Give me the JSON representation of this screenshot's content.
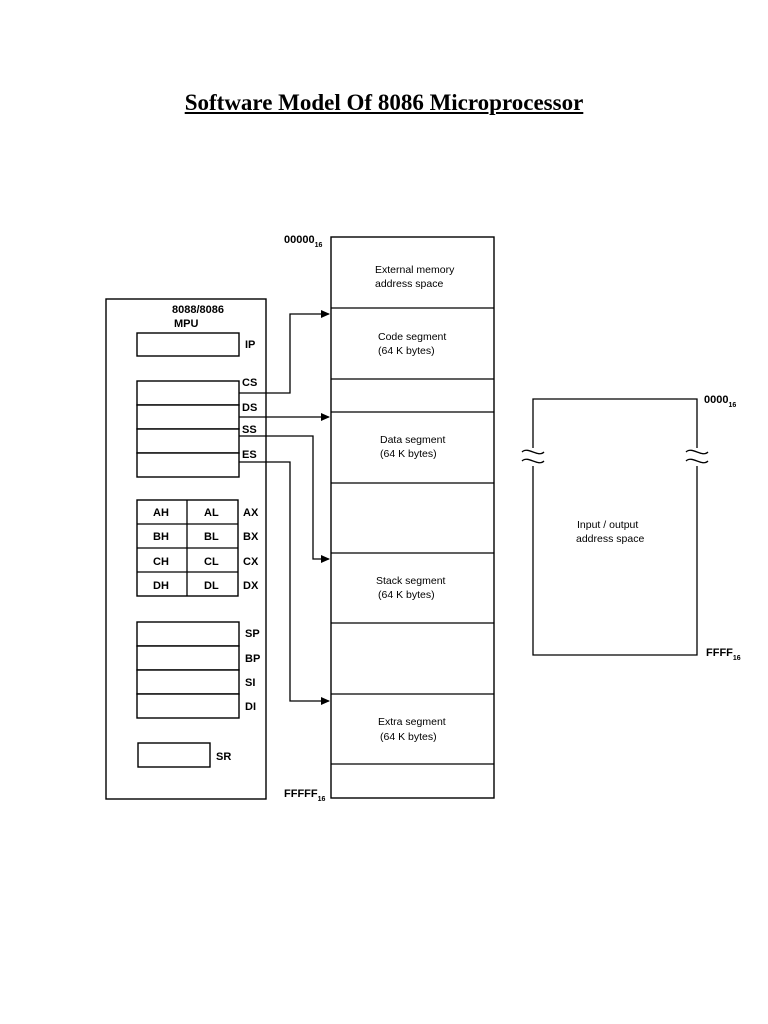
{
  "title": "Software Model Of 8086 Microprocessor",
  "mpu": {
    "name": "8088/8086",
    "label": "MPU",
    "ip": "IP",
    "segment_registers": [
      "CS",
      "DS",
      "SS",
      "ES"
    ],
    "data_registers": [
      {
        "high": "AH",
        "low": "AL",
        "name": "AX"
      },
      {
        "high": "BH",
        "low": "BL",
        "name": "BX"
      },
      {
        "high": "CH",
        "low": "CL",
        "name": "CX"
      },
      {
        "high": "DH",
        "low": "DL",
        "name": "DX"
      }
    ],
    "pointer_index_registers": [
      "SP",
      "BP",
      "SI",
      "DI"
    ],
    "status_register": "SR"
  },
  "memory": {
    "start_address": "00000",
    "end_address": "FFFFF",
    "base": "16",
    "regions": [
      {
        "line1": "External memory",
        "line2": "address space"
      },
      {
        "line1": "Code segment",
        "line2": "(64 K bytes)"
      },
      {
        "line1": "",
        "line2": ""
      },
      {
        "line1": "Data segment",
        "line2": "(64 K bytes)"
      },
      {
        "line1": "",
        "line2": ""
      },
      {
        "line1": "Stack segment",
        "line2": "(64 K bytes)"
      },
      {
        "line1": "",
        "line2": ""
      },
      {
        "line1": "Extra segment",
        "line2": "(64 K bytes)"
      },
      {
        "line1": "",
        "line2": ""
      }
    ]
  },
  "io": {
    "start_address": "0000",
    "end_address": "FFFF",
    "base": "16",
    "line1": "Input / output",
    "line2": "address space"
  }
}
